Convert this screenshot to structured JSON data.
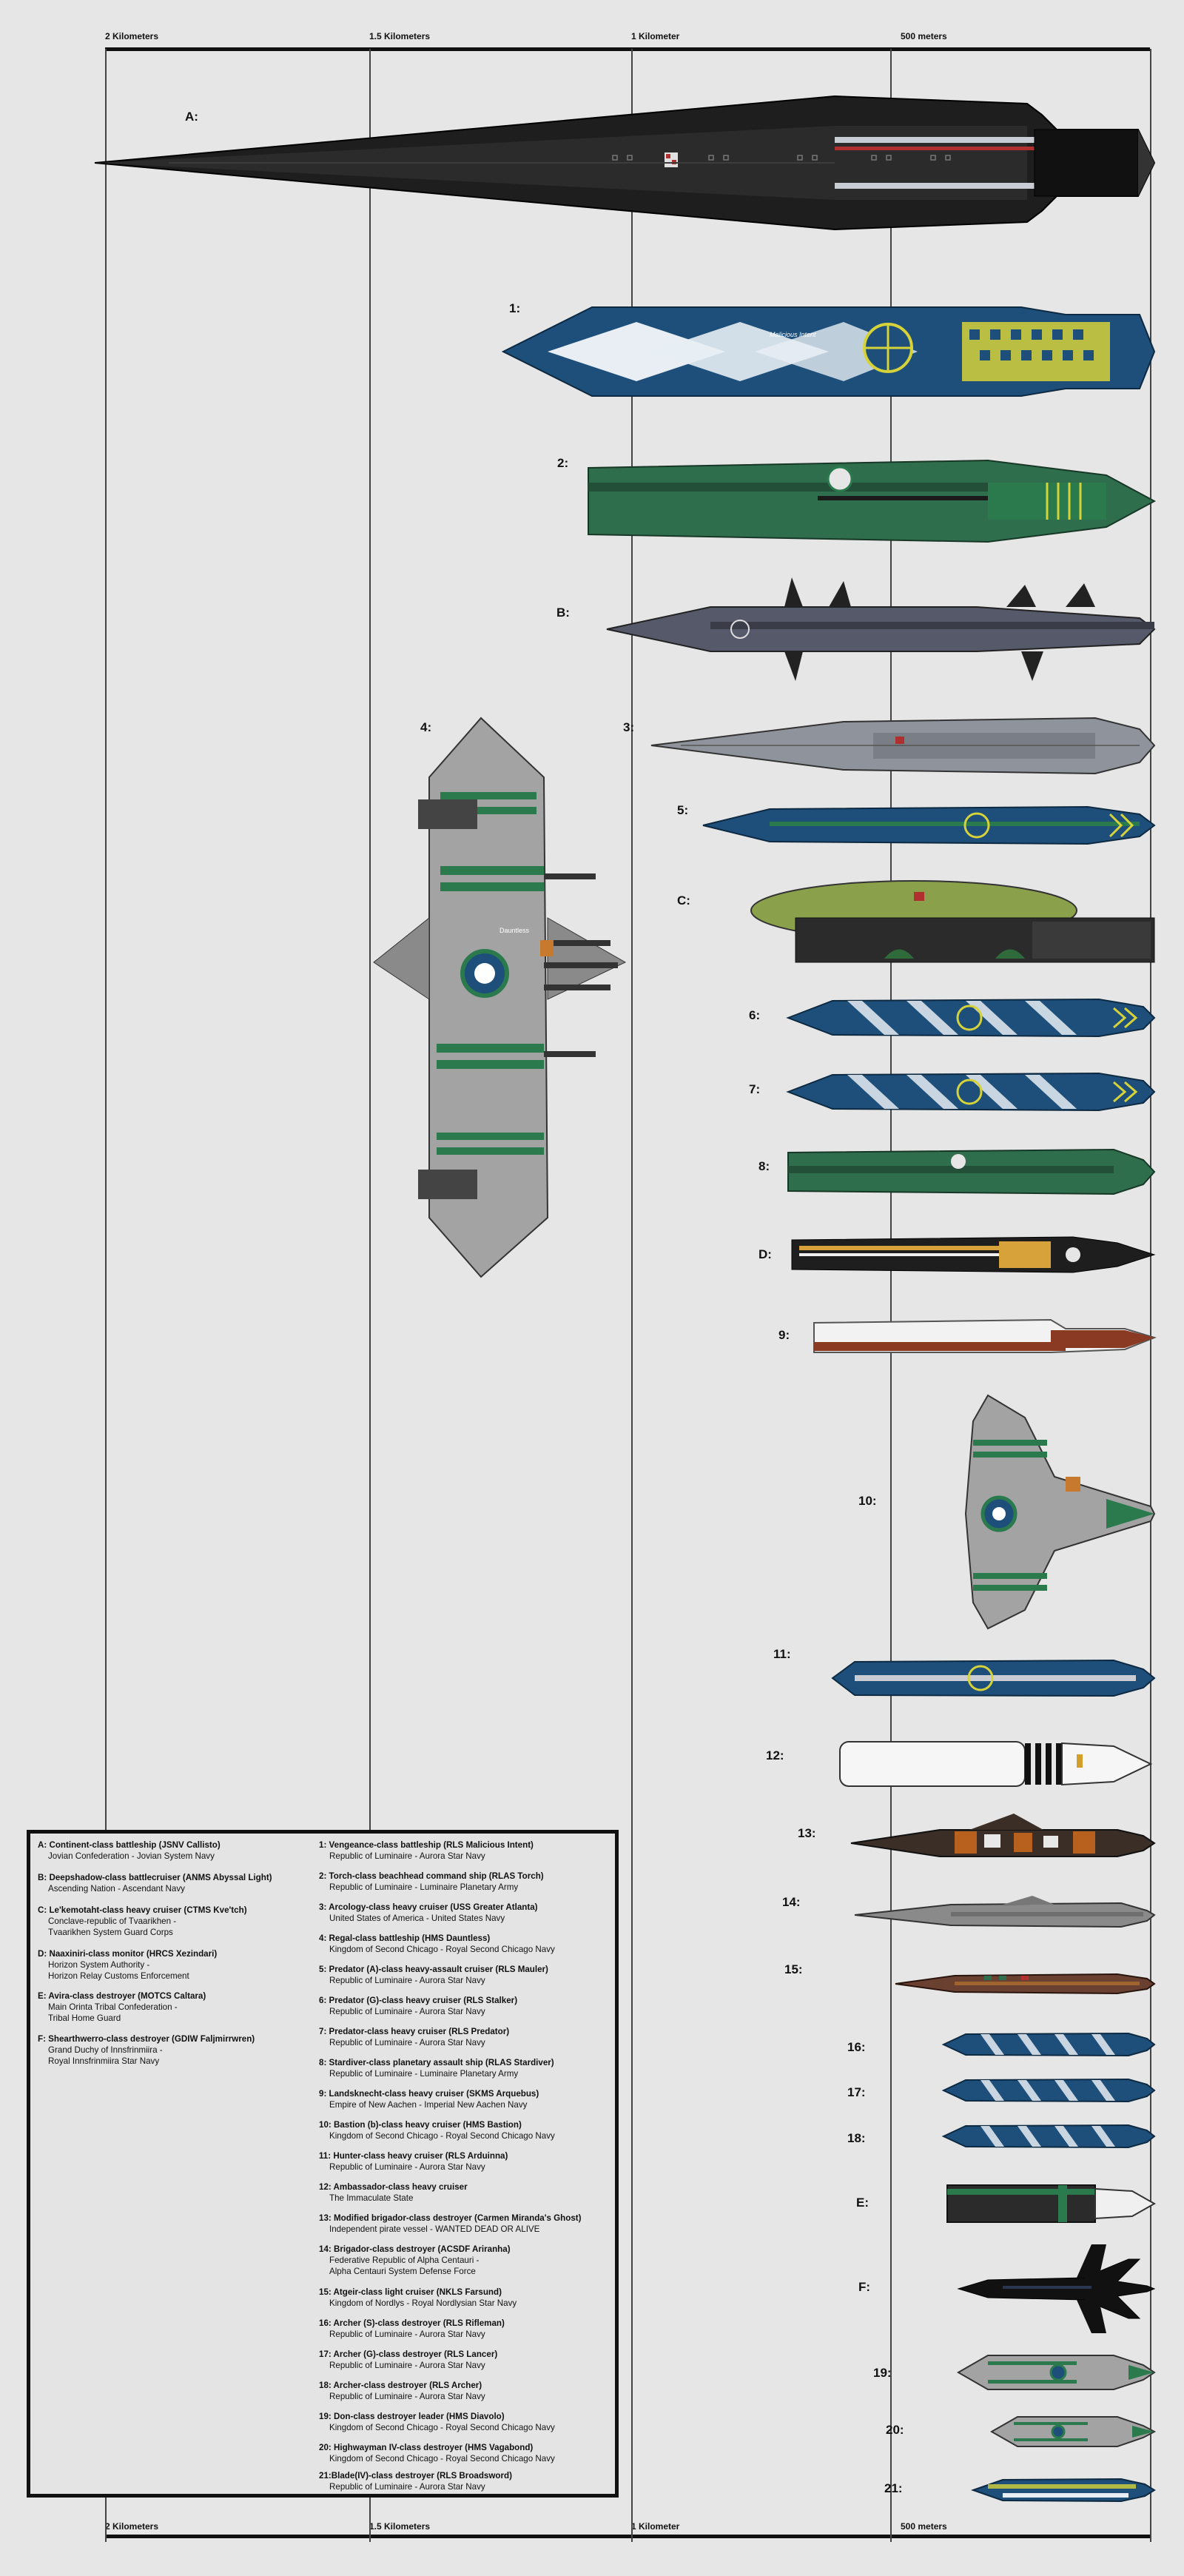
{
  "scale": {
    "labels": [
      "2 Kilometers",
      "1.5 Kilometers",
      "1 Kilometer",
      "500 meters"
    ]
  },
  "ships": {
    "A": "A:",
    "s1": "1:",
    "s2": "2:",
    "B": "B:",
    "s3": "3:",
    "s4": "4:",
    "s5": "5:",
    "C": "C:",
    "s6": "6:",
    "s7": "7:",
    "s8": "8:",
    "D": "D:",
    "s9": "9:",
    "s10": "10:",
    "s11": "11:",
    "s12": "12:",
    "s13": "13:",
    "s14": "14:",
    "s15": "15:",
    "s16": "16:",
    "s17": "17:",
    "s18": "18:",
    "E": "E:",
    "F": "F:",
    "s19": "19:",
    "s20": "20:",
    "s21": "21:"
  },
  "hull_markings": {
    "s1": "Malicious Intent",
    "s4": "Dauntless"
  },
  "colors": {
    "background": "#e6e6e6",
    "navy_blue": "#1d4f7a",
    "luminaire_yellow": "#d6d23a",
    "chicago_green": "#2b7a4e",
    "hull_grey": "#8a8a8a",
    "hull_black": "#1e1e1e"
  },
  "legend": {
    "left": [
      {
        "title": "A: Continent-class battleship (JSNV Callisto)",
        "sub": [
          "Jovian Confederation - Jovian System Navy"
        ]
      },
      {
        "title": "B: Deepshadow-class battlecruiser (ANMS Abyssal Light)",
        "sub": [
          "Ascending Nation - Ascendant Navy"
        ]
      },
      {
        "title": "C: Le'kemotaht-class heavy cruiser (CTMS Kve'tch)",
        "sub": [
          "Conclave-republic of Tvaarikhen -",
          "Tvaarikhen System Guard Corps"
        ]
      },
      {
        "title": "D: Naaxiniri-class monitor (HRCS Xezindari)",
        "sub": [
          "Horizon System Authority -",
          "Horizon Relay Customs Enforcement"
        ]
      },
      {
        "title": "E: Avira-class destroyer (MOTCS Caltara)",
        "sub": [
          "Main Orinta Tribal Confederation -",
          "Tribal Home Guard"
        ]
      },
      {
        "title": "F: Shearthwerro-class destroyer (GDIW Faljmirrwren)",
        "sub": [
          "Grand Duchy of Innsfrinmiira -",
          "Royal Innsfrinmiira Star Navy"
        ]
      }
    ],
    "right": [
      {
        "title": "1: Vengeance-class battleship (RLS Malicious Intent)",
        "sub": [
          "Republic of Luminaire - Aurora Star Navy"
        ]
      },
      {
        "title": "2: Torch-class beachhead command ship (RLAS Torch)",
        "sub": [
          "Republic of Luminaire - Luminaire Planetary Army"
        ]
      },
      {
        "title": "3: Arcology-class heavy cruiser (USS Greater Atlanta)",
        "sub": [
          "United States of America - United States Navy"
        ]
      },
      {
        "title": "4: Regal-class battleship (HMS Dauntless)",
        "sub": [
          "Kingdom of Second Chicago - Royal Second Chicago Navy"
        ]
      },
      {
        "title": "5: Predator (A)-class heavy-assault cruiser (RLS Mauler)",
        "sub": [
          "Republic of Luminaire - Aurora Star Navy"
        ]
      },
      {
        "title": "6: Predator (G)-class heavy cruiser (RLS Stalker)",
        "sub": [
          "Republic of Luminaire - Aurora Star Navy"
        ]
      },
      {
        "title": "7: Predator-class heavy cruiser (RLS Predator)",
        "sub": [
          "Republic of Luminaire - Aurora Star Navy"
        ]
      },
      {
        "title": "8: Stardiver-class planetary assault ship (RLAS Stardiver)",
        "sub": [
          "Republic of Luminaire - Luminaire Planetary Army"
        ]
      },
      {
        "title": "9: Landsknecht-class heavy cruiser (SKMS Arquebus)",
        "sub": [
          "Empire of New Aachen - Imperial New Aachen Navy"
        ]
      },
      {
        "title": "10: Bastion (b)-class heavy cruiser (HMS Bastion)",
        "sub": [
          "Kingdom of Second Chicago - Royal Second Chicago Navy"
        ]
      },
      {
        "title": "11: Hunter-class heavy cruiser (RLS Arduinna)",
        "sub": [
          "Republic of Luminaire - Aurora Star Navy"
        ]
      },
      {
        "title": "12: Ambassador-class heavy cruiser",
        "sub": [
          "The Immaculate State"
        ]
      },
      {
        "title": "13: Modified brigador-class destroyer (Carmen Miranda's Ghost)",
        "sub": [
          "Independent pirate vessel - WANTED DEAD OR ALIVE"
        ]
      },
      {
        "title": "14: Brigador-class destroyer (ACSDF Ariranha)",
        "sub": [
          "Federative Republic of Alpha Centauri -",
          "Alpha Centauri System Defense Force"
        ]
      },
      {
        "title": "15: Atgeir-class light cruiser (NKLS Farsund)",
        "sub": [
          "Kingdom of Nordlys - Royal Nordlysian Star Navy"
        ]
      },
      {
        "title": "16: Archer (S)-class destroyer (RLS Rifleman)",
        "sub": [
          "Republic of Luminaire - Aurora Star Navy"
        ]
      },
      {
        "title": "17: Archer (G)-class destroyer (RLS Lancer)",
        "sub": [
          "Republic of Luminaire - Aurora Star Navy"
        ]
      },
      {
        "title": "18: Archer-class destroyer (RLS Archer)",
        "sub": [
          "Republic of Luminaire - Aurora Star Navy"
        ]
      },
      {
        "title": "19: Don-class destroyer leader (HMS Diavolo)",
        "sub": [
          "Kingdom of Second Chicago - Royal Second Chicago Navy"
        ]
      },
      {
        "title": "20: Highwayman IV-class destroyer (HMS Vagabond)",
        "sub": [
          "Kingdom of Second Chicago - Royal Second Chicago Navy"
        ]
      },
      {
        "title": "21:Blade(IV)-class destroyer (RLS Broadsword)",
        "sub": [
          "Republic of Luminaire - Aurora Star Navy"
        ]
      }
    ]
  }
}
